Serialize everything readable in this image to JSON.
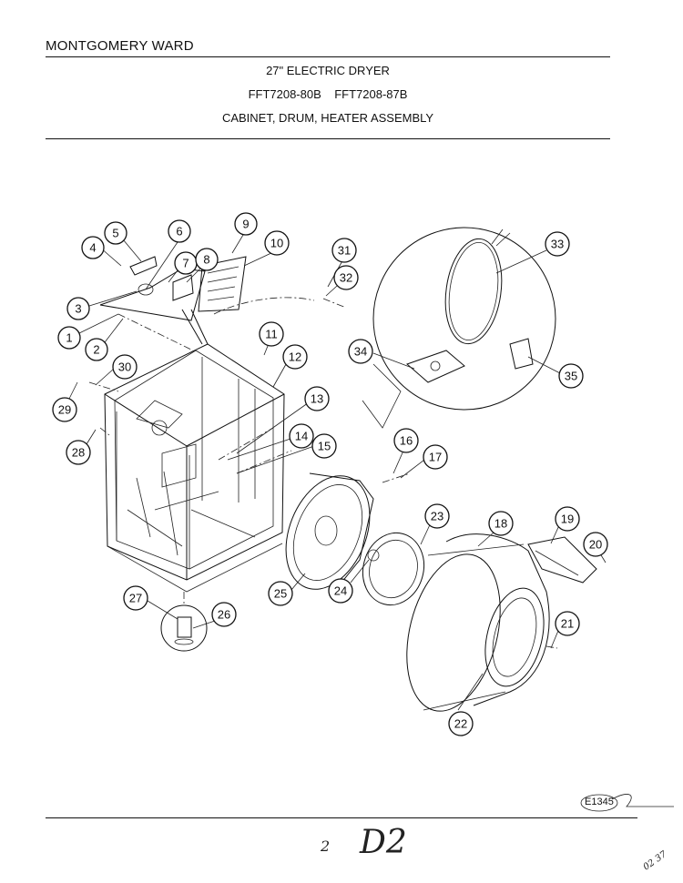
{
  "header": {
    "brand": "MONTGOMERY WARD",
    "product": "27\" ELECTRIC DRYER",
    "models": "FFT7208-80B    FFT7208-87B",
    "section": "CABINET, DRUM, HEATER ASSEMBLY"
  },
  "callouts": [
    "1",
    "2",
    "3",
    "4",
    "5",
    "6",
    "7",
    "8",
    "9",
    "10",
    "11",
    "12",
    "13",
    "14",
    "15",
    "16",
    "17",
    "18",
    "19",
    "20",
    "21",
    "22",
    "23",
    "24",
    "25",
    "26",
    "27",
    "28",
    "29",
    "30",
    "31",
    "32",
    "33",
    "34",
    "35"
  ],
  "footer": {
    "diagram_code": "E1345",
    "page_mark": "2",
    "handwritten": "D2",
    "corner_mark": "02 37"
  }
}
